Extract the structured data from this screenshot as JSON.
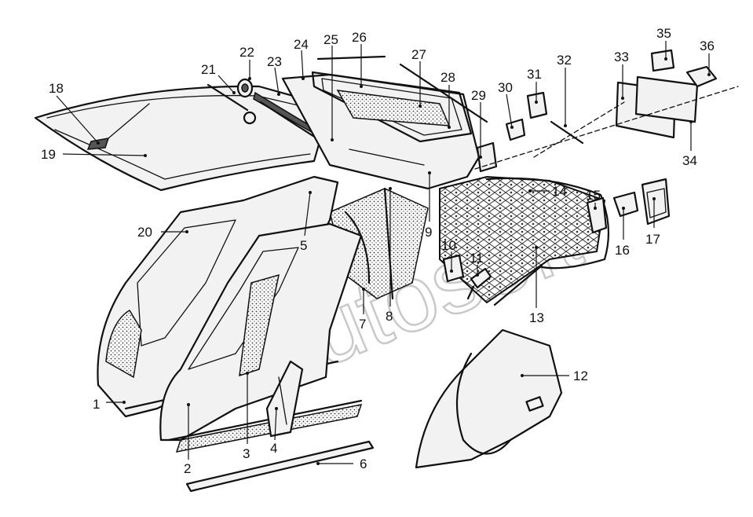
{
  "watermark": "Autosoft",
  "parts": [
    {
      "id": "label-1",
      "text": "1"
    },
    {
      "id": "label-2",
      "text": "2"
    },
    {
      "id": "label-3",
      "text": "3"
    },
    {
      "id": "label-4",
      "text": "4"
    },
    {
      "id": "label-5",
      "text": "5"
    },
    {
      "id": "label-6",
      "text": "6"
    },
    {
      "id": "label-7",
      "text": "7"
    },
    {
      "id": "label-8",
      "text": "8"
    },
    {
      "id": "label-9",
      "text": "9"
    },
    {
      "id": "label-10",
      "text": "10"
    },
    {
      "id": "label-11",
      "text": "11"
    },
    {
      "id": "label-12",
      "text": "12"
    },
    {
      "id": "label-13",
      "text": "13"
    },
    {
      "id": "label-14",
      "text": "14"
    },
    {
      "id": "label-15",
      "text": "15"
    },
    {
      "id": "label-16",
      "text": "16"
    },
    {
      "id": "label-17",
      "text": "17"
    },
    {
      "id": "label-18",
      "text": "18"
    },
    {
      "id": "label-19",
      "text": "19"
    },
    {
      "id": "label-20",
      "text": "20"
    },
    {
      "id": "label-21",
      "text": "21"
    },
    {
      "id": "label-22",
      "text": "22"
    },
    {
      "id": "label-23",
      "text": "23"
    },
    {
      "id": "label-24",
      "text": "24"
    },
    {
      "id": "label-25",
      "text": "25"
    },
    {
      "id": "label-26",
      "text": "26"
    },
    {
      "id": "label-27",
      "text": "27"
    },
    {
      "id": "label-28",
      "text": "28"
    },
    {
      "id": "label-29",
      "text": "29"
    },
    {
      "id": "label-30",
      "text": "30"
    },
    {
      "id": "label-31",
      "text": "31"
    },
    {
      "id": "label-32",
      "text": "32"
    },
    {
      "id": "label-33",
      "text": "33"
    },
    {
      "id": "label-34",
      "text": "34"
    },
    {
      "id": "label-35",
      "text": "35"
    },
    {
      "id": "label-36",
      "text": "36"
    }
  ]
}
